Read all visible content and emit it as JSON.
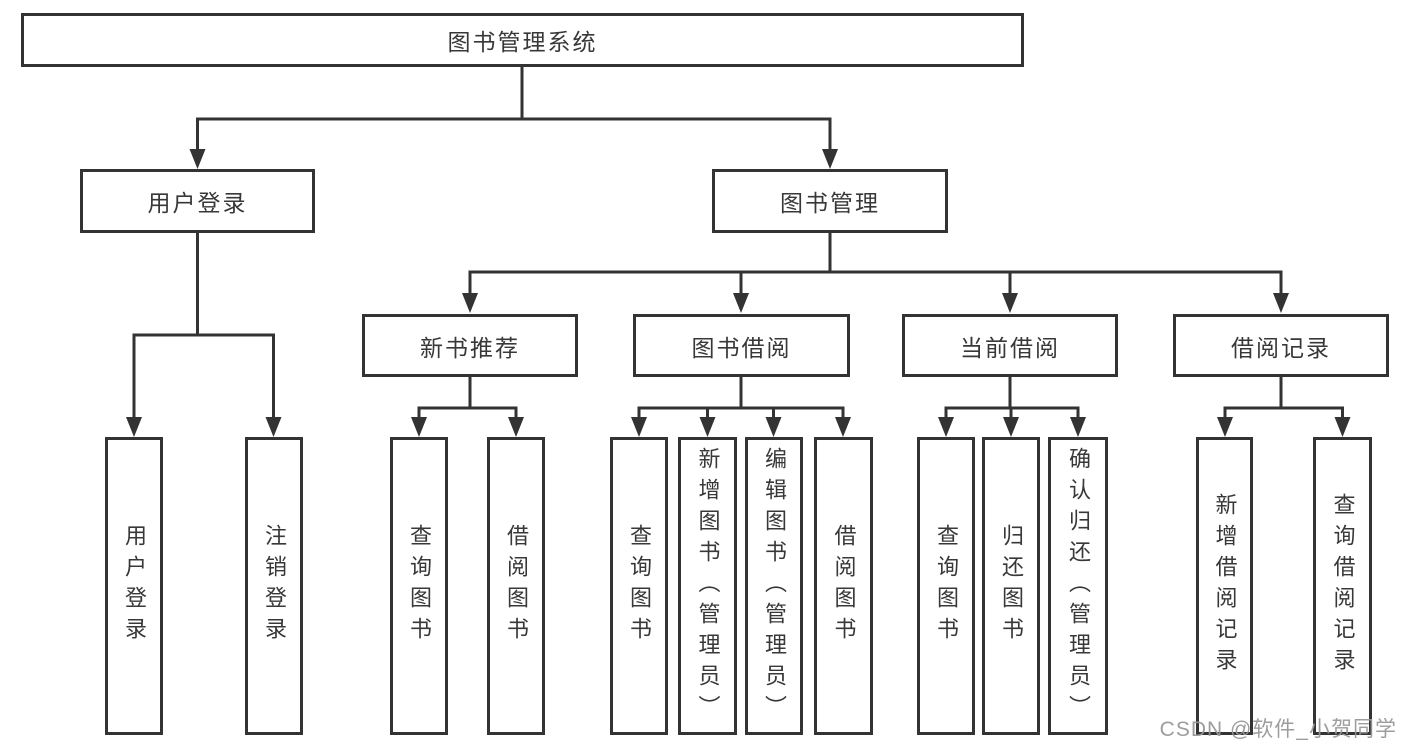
{
  "tree": {
    "root": {
      "label": "图书管理系统"
    },
    "branches": [
      {
        "label": "用户登录",
        "children": [
          {
            "label": "用户登录"
          },
          {
            "label": "注销登录"
          }
        ]
      },
      {
        "label": "图书管理",
        "children": [
          {
            "label": "新书推荐",
            "children": [
              {
                "label": "查询图书"
              },
              {
                "label": "借阅图书"
              }
            ]
          },
          {
            "label": "图书借阅",
            "children": [
              {
                "label": "查询图书"
              },
              {
                "label": "新增图书（管理员）"
              },
              {
                "label": "编辑图书（管理员）"
              },
              {
                "label": "借阅图书"
              }
            ]
          },
          {
            "label": "当前借阅",
            "children": [
              {
                "label": "查询图书"
              },
              {
                "label": "归还图书"
              },
              {
                "label": "确认归还（管理员）"
              }
            ]
          },
          {
            "label": "借阅记录",
            "children": [
              {
                "label": "新增借阅记录"
              },
              {
                "label": "查询借阅记录"
              }
            ]
          }
        ]
      }
    ]
  },
  "watermark": {
    "text": "CSDN @软件_小贺同学"
  },
  "colors": {
    "line": "#333333",
    "border": "#333333",
    "text": "#383838",
    "watermark": "#989898",
    "background": "#ffffff"
  }
}
